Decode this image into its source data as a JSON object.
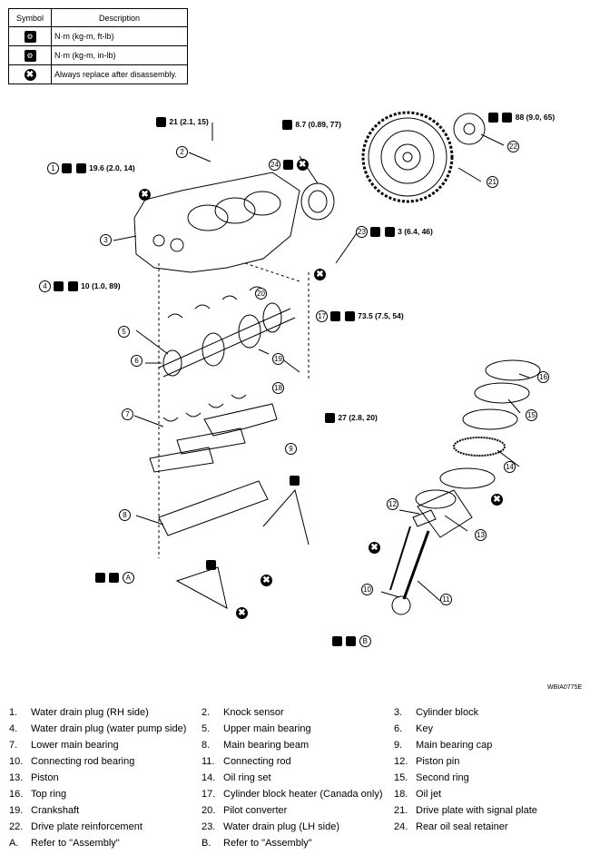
{
  "symbols": {
    "header_symbol": "Symbol",
    "header_description": "Description",
    "rows": [
      {
        "icon": "torque-wrench-icon",
        "text": "N·m (kg-m, ft-lb)"
      },
      {
        "icon": "torque-wrench-small-icon",
        "text": "N·m (kg-m, in-lb)"
      },
      {
        "icon": "replace-x-icon",
        "text": "Always replace after disassembly."
      }
    ]
  },
  "callouts": {
    "c1": {
      "num": "1",
      "torque": "19.6 (2.0, 14)"
    },
    "c2": {
      "num": "2"
    },
    "c3": {
      "num": "3"
    },
    "c4": {
      "num": "4",
      "torque": "10 (1.0, 89)"
    },
    "c5": {
      "num": "5"
    },
    "c6": {
      "num": "6"
    },
    "c7": {
      "num": "7"
    },
    "c8": {
      "num": "8"
    },
    "c9": {
      "num": "9"
    },
    "c10": {
      "num": "10"
    },
    "c11": {
      "num": "11"
    },
    "c12": {
      "num": "12"
    },
    "c13": {
      "num": "13"
    },
    "c14": {
      "num": "14"
    },
    "c15": {
      "num": "15"
    },
    "c16": {
      "num": "16"
    },
    "c17": {
      "num": "17",
      "torque": "73.5 (7.5, 54)"
    },
    "c18": {
      "num": "18"
    },
    "c19": {
      "num": "19"
    },
    "c20": {
      "num": "20"
    },
    "c21": {
      "num": "21"
    },
    "c22": {
      "num": "22"
    },
    "c23": {
      "num": "23",
      "torque": "3 (6.4, 46)"
    },
    "c24": {
      "num": "24"
    },
    "t21": "21 (2.1, 15)",
    "t87": "8.7 (0.89, 77)",
    "t88": "88 (9.0, 65)",
    "t27": "27 (2.8, 20)",
    "ca": "A",
    "cb": "B"
  },
  "figure_code": "WBIA0775E",
  "parts": [
    [
      {
        "n": "1.",
        "l": "Water drain plug (RH side)"
      },
      {
        "n": "2.",
        "l": "Knock sensor"
      },
      {
        "n": "3.",
        "l": "Cylinder block"
      }
    ],
    [
      {
        "n": "4.",
        "l": "Water drain plug (water pump side)"
      },
      {
        "n": "5.",
        "l": "Upper main bearing"
      },
      {
        "n": "6.",
        "l": "Key"
      }
    ],
    [
      {
        "n": "7.",
        "l": "Lower main bearing"
      },
      {
        "n": "8.",
        "l": "Main bearing beam"
      },
      {
        "n": "9.",
        "l": "Main bearing cap"
      }
    ],
    [
      {
        "n": "10.",
        "l": "Connecting rod bearing"
      },
      {
        "n": "11.",
        "l": "Connecting rod"
      },
      {
        "n": "12.",
        "l": "Piston pin"
      }
    ],
    [
      {
        "n": "13.",
        "l": "Piston"
      },
      {
        "n": "14.",
        "l": "Oil ring set"
      },
      {
        "n": "15.",
        "l": "Second ring"
      }
    ],
    [
      {
        "n": "16.",
        "l": "Top ring"
      },
      {
        "n": "17.",
        "l": "Cylinder block heater (Canada only)"
      },
      {
        "n": "18.",
        "l": "Oil jet"
      }
    ],
    [
      {
        "n": "19.",
        "l": "Crankshaft"
      },
      {
        "n": "20.",
        "l": "Pilot converter"
      },
      {
        "n": "21.",
        "l": "Drive plate with signal plate"
      }
    ],
    [
      {
        "n": "22.",
        "l": "Drive plate reinforcement"
      },
      {
        "n": "23.",
        "l": "Water drain plug (LH side)"
      },
      {
        "n": "24.",
        "l": "Rear oil seal retainer"
      }
    ],
    [
      {
        "n": "A.",
        "l": "Refer to \"Assembly\""
      },
      {
        "n": "B.",
        "l": "Refer to \"Assembly\""
      },
      {
        "n": "",
        "l": ""
      }
    ]
  ]
}
